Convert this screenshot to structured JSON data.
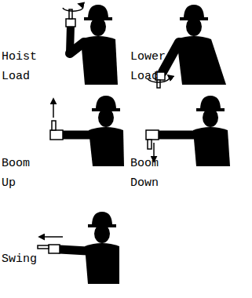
{
  "diagram": {
    "labels": [
      "Hoist Load",
      "Lower Load",
      "Boom Up",
      "Boom Down",
      "Swing"
    ]
  }
}
